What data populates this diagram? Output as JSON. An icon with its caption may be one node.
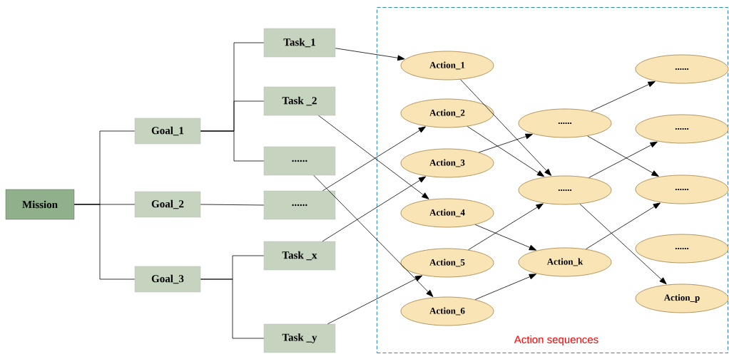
{
  "diagram": {
    "nodes": [
      {
        "text": [
          "Mission"
        ]
      },
      {
        "text": [
          "Goal_1"
        ]
      },
      {
        "text": [
          "Goal_2"
        ]
      },
      {
        "text": [
          "Goal_3"
        ]
      },
      {
        "text": [
          "Task_1"
        ]
      },
      {
        "text": [
          "Task _2"
        ]
      },
      {
        "text": [
          "......"
        ]
      },
      {
        "text": [
          "......"
        ]
      },
      {
        "text": [
          "Task _x"
        ]
      },
      {
        "text": [
          "Task _y"
        ]
      },
      {
        "text": [
          "Action sequences"
        ]
      },
      {
        "text": [
          "Action_1"
        ],
        "in": 10
      },
      {
        "text": [
          "Action_2"
        ],
        "in": 10
      },
      {
        "text": [
          "Action_3"
        ],
        "in": 10
      },
      {
        "text": [
          "Action_4"
        ],
        "in": 10
      },
      {
        "text": [
          "Action_5"
        ],
        "in": 10
      },
      {
        "text": [
          "Action_6"
        ],
        "in": 10
      },
      {
        "text": [
          "......"
        ],
        "in": 10
      },
      {
        "text": [
          "......"
        ],
        "in": 10
      },
      {
        "text": [
          "Action_k"
        ],
        "in": 10
      },
      {
        "text": [
          "......"
        ],
        "in": 10
      },
      {
        "text": [
          "......"
        ],
        "in": 10
      },
      {
        "text": [
          "......"
        ],
        "in": 10
      },
      {
        "text": [
          "......"
        ],
        "in": 10
      },
      {
        "text": [
          "Action_p"
        ],
        "in": 10
      }
    ],
    "edges": [
      {
        "from": 0,
        "to": 1,
        "arrow": "none"
      },
      {
        "from": 0,
        "to": 2,
        "arrow": "none"
      },
      {
        "from": 0,
        "to": 3,
        "arrow": "none"
      },
      {
        "from": 1,
        "to": 4,
        "arrow": "none"
      },
      {
        "from": 1,
        "to": 5,
        "arrow": "none"
      },
      {
        "from": 1,
        "to": 6,
        "arrow": "none"
      },
      {
        "from": 2,
        "to": 7,
        "arrow": "none"
      },
      {
        "from": 3,
        "to": 8,
        "arrow": "none"
      },
      {
        "from": 3,
        "to": 9,
        "arrow": "none"
      },
      {
        "from": 4,
        "to": 11,
        "arrow": "to"
      },
      {
        "from": 5,
        "to": 14,
        "arrow": "to"
      },
      {
        "from": 6,
        "to": 16,
        "arrow": "to"
      },
      {
        "from": 7,
        "to": 12,
        "arrow": "to"
      },
      {
        "from": 8,
        "to": 13,
        "arrow": "to"
      },
      {
        "from": 9,
        "to": 15,
        "arrow": "to"
      },
      {
        "from": 11,
        "to": 18,
        "arrow": "to"
      },
      {
        "from": 12,
        "to": 18,
        "arrow": "to"
      },
      {
        "from": 13,
        "to": 17,
        "arrow": "to"
      },
      {
        "from": 14,
        "to": 19,
        "arrow": "to"
      },
      {
        "from": 15,
        "to": 18,
        "arrow": "to"
      },
      {
        "from": 16,
        "to": 19,
        "arrow": "to"
      },
      {
        "from": 17,
        "to": 20,
        "arrow": "to"
      },
      {
        "from": 17,
        "to": 22,
        "arrow": "to"
      },
      {
        "from": 18,
        "to": 21,
        "arrow": "to"
      },
      {
        "from": 18,
        "to": 24,
        "arrow": "to"
      },
      {
        "from": 19,
        "to": 22,
        "arrow": "to"
      }
    ]
  }
}
